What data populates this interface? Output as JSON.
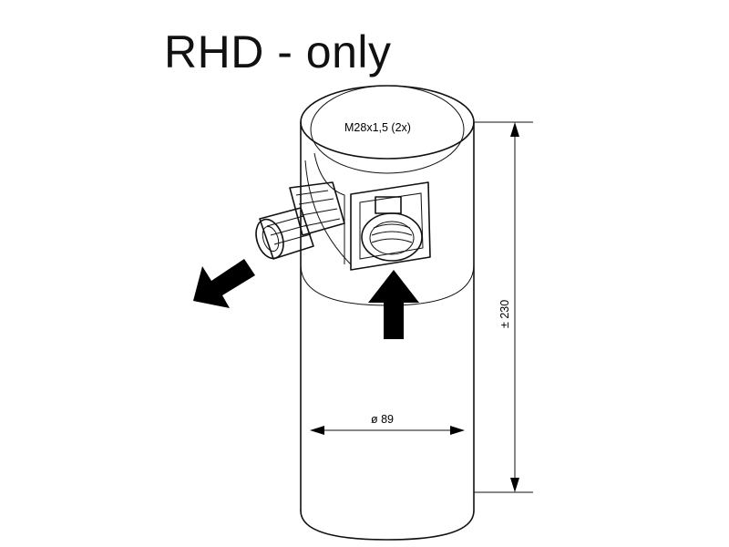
{
  "title": "RHD - only",
  "thread_label": "M28x1,5 (2x)",
  "diameter_label": "ø 89",
  "height_label": "± 230",
  "colors": {
    "line": "#111111",
    "background": "#ffffff"
  }
}
